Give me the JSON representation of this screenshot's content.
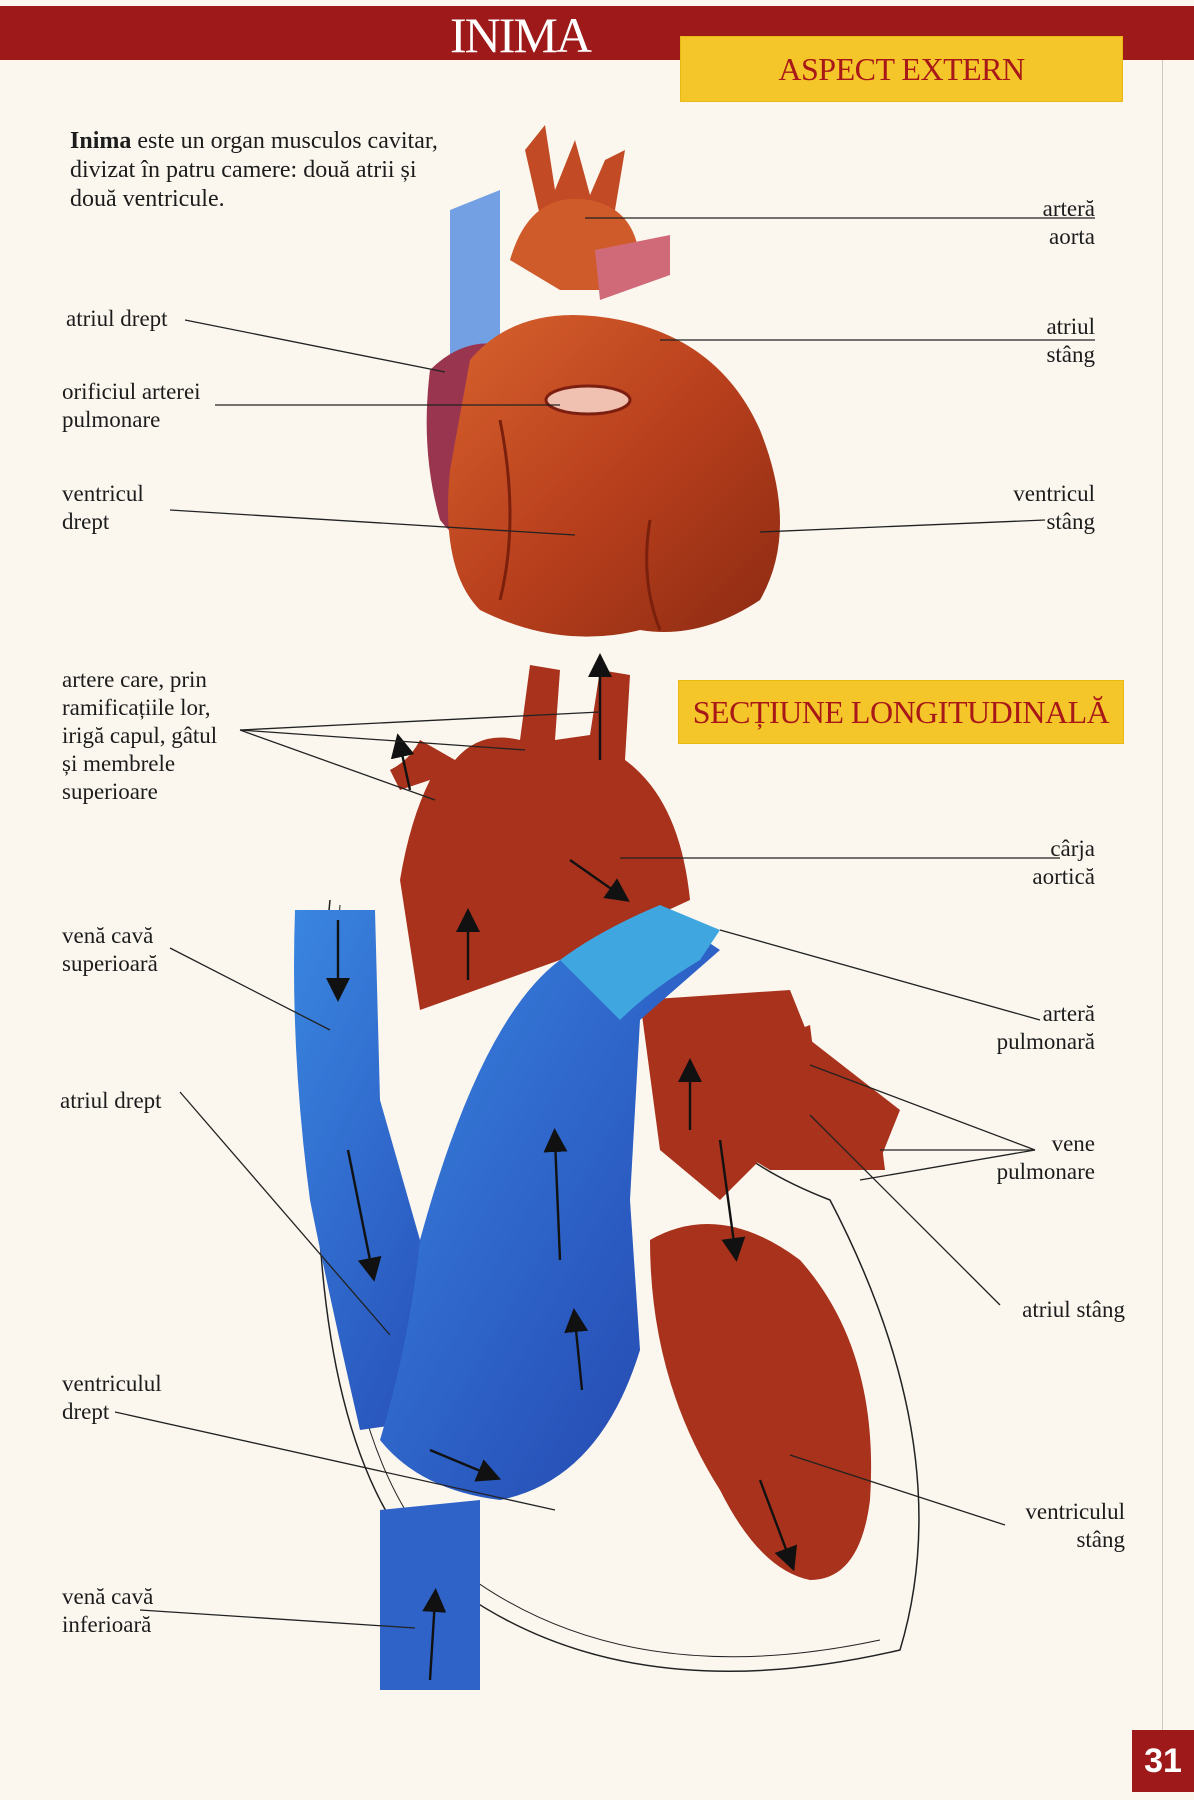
{
  "header": {
    "title": "INIMA",
    "section_external": "ASPECT EXTERN",
    "section_longitudinal": "SECȚIUNE LONGITUDINALĂ"
  },
  "intro": {
    "bold": "Inima",
    "text": " este un organ musculos cavitar, divizat în patru camere: două atrii și două ventricule."
  },
  "external_labels": {
    "artera_aorta": "arteră\naorta",
    "atriul_drept": "atriul drept",
    "atriul_stang": "atriul\nstâng",
    "orificiul": "orificiul arterei\npulmonare",
    "ventricul_drept": "ventricul\ndrept",
    "ventricul_stang": "ventricul\nstâng"
  },
  "section_labels": {
    "artere": "artere care, prin\nramificațiile lor,\nirigă capul, gâtul\nși membrele\nsuperioare",
    "carja": "cârja\naortică",
    "vena_cava_sup": "venă cavă\nsuperioară",
    "artera_pulm": "arteră\npulmonară",
    "atriul_drept": "atriul drept",
    "vene_pulm": "vene\npulmonare",
    "atriul_stang": "atriul stâng",
    "ventriculul_drept": "ventriculul\ndrept",
    "ventriculul_stang": "ventriculul\nstâng",
    "vena_cava_inf": "venă cavă\ninferioară"
  },
  "page_number": "31",
  "colors": {
    "band": "#9e1a1a",
    "section_box": "#f4c62a",
    "section_text": "#a81818",
    "oxygenated": "#a8321c",
    "deoxygenated": "#2f63c8"
  }
}
